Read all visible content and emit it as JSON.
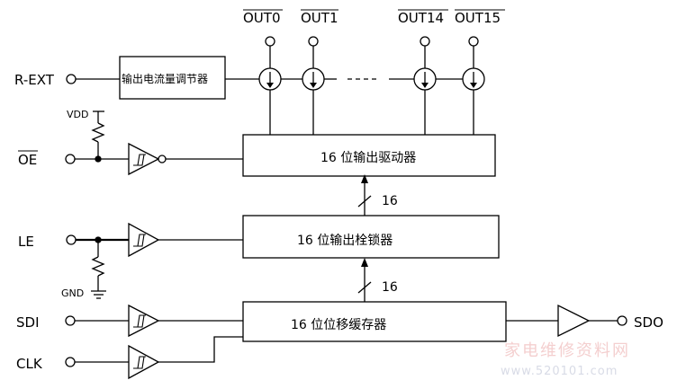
{
  "outputs": {
    "out0": "OUT0",
    "out1": "OUT1",
    "out14": "OUT14",
    "out15": "OUT15"
  },
  "inputs": {
    "rext": "R-EXT",
    "oe": "OE",
    "le": "LE",
    "sdi": "SDI",
    "clk": "CLK",
    "sdo": "SDO"
  },
  "power": {
    "vdd": "VDD",
    "gnd": "GND"
  },
  "blocks": {
    "current_regulator": "输出电流量调节器",
    "output_driver": "16 位输出驱动器",
    "output_latch": "16 位输出栓锁器",
    "shift_register": "16 位位移缓存器"
  },
  "bus_width": {
    "latch_to_driver": "16",
    "shift_to_latch": "16"
  },
  "watermark": {
    "text": "家电维修资料网",
    "url": "www.520101.com"
  },
  "colors": {
    "line": "#000000",
    "watermark_text": "#f4cfcf",
    "watermark_url": "#d8dbe6"
  }
}
